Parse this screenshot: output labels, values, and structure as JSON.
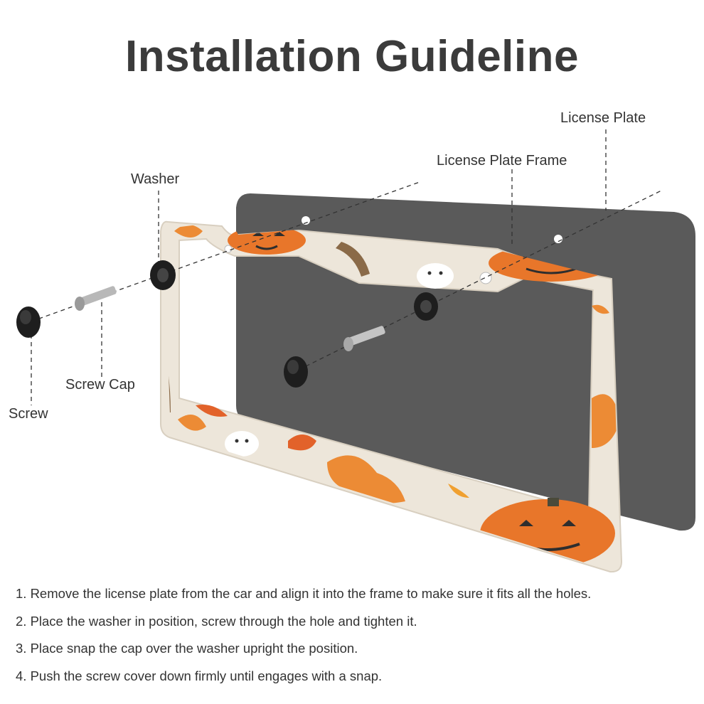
{
  "title": "Installation Guideline",
  "labels": {
    "license_plate": "License Plate",
    "license_plate_frame": "License Plate Frame",
    "washer": "Washer",
    "screw_cap": "Screw Cap",
    "screw": "Screw"
  },
  "steps": [
    "1. Remove the license plate from the car and align it into the frame to make sure it fits all the holes.",
    "2. Place the washer in position, screw through the hole and tighten it.",
    "3. Place snap the cap over the washer upright the position.",
    "4. Push the screw cover down firmly until engages with a snap."
  ],
  "colors": {
    "plate": "#5a5a5a",
    "frame_base": "#ede6da",
    "pumpkin": "#e8762a",
    "leaf": "#ec8b35",
    "text": "#3b3b3b"
  }
}
